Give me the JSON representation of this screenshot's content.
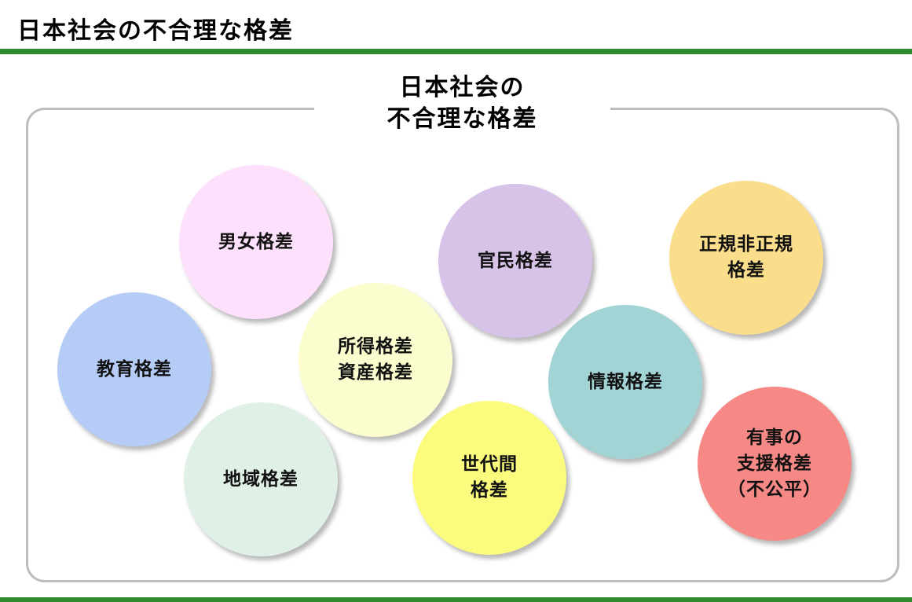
{
  "slide": {
    "title": "日本社会の不合理な格差"
  },
  "panel": {
    "title_line1": "日本社会の",
    "title_line2": "不合理な格差"
  },
  "circles": {
    "gender": {
      "line1": "男女格差",
      "color": "#fde0fb"
    },
    "education": {
      "line1": "教育格差",
      "color": "#b5ccf7"
    },
    "income": {
      "line1": "所得格差",
      "line2": "資産格差",
      "color": "#fcfdcf"
    },
    "regional": {
      "line1": "地域格差",
      "color": "#dff0e6"
    },
    "public_private": {
      "line1": "官民格差",
      "color": "#d7c3e8"
    },
    "generational": {
      "line1": "世代間",
      "line2": "格差",
      "color": "#fbfb7e"
    },
    "information": {
      "line1": "情報格差",
      "color": "#a2d3d5"
    },
    "employment": {
      "line1": "正規非正規",
      "line2": "格差",
      "color": "#fbde8b"
    },
    "emergency": {
      "line1": "有事の",
      "line2": "支援格差",
      "line3": "（不公平）",
      "color": "#f68986"
    }
  },
  "colors": {
    "accent_bar": "#2e8b2e",
    "frame_border": "#bdbdbd"
  }
}
